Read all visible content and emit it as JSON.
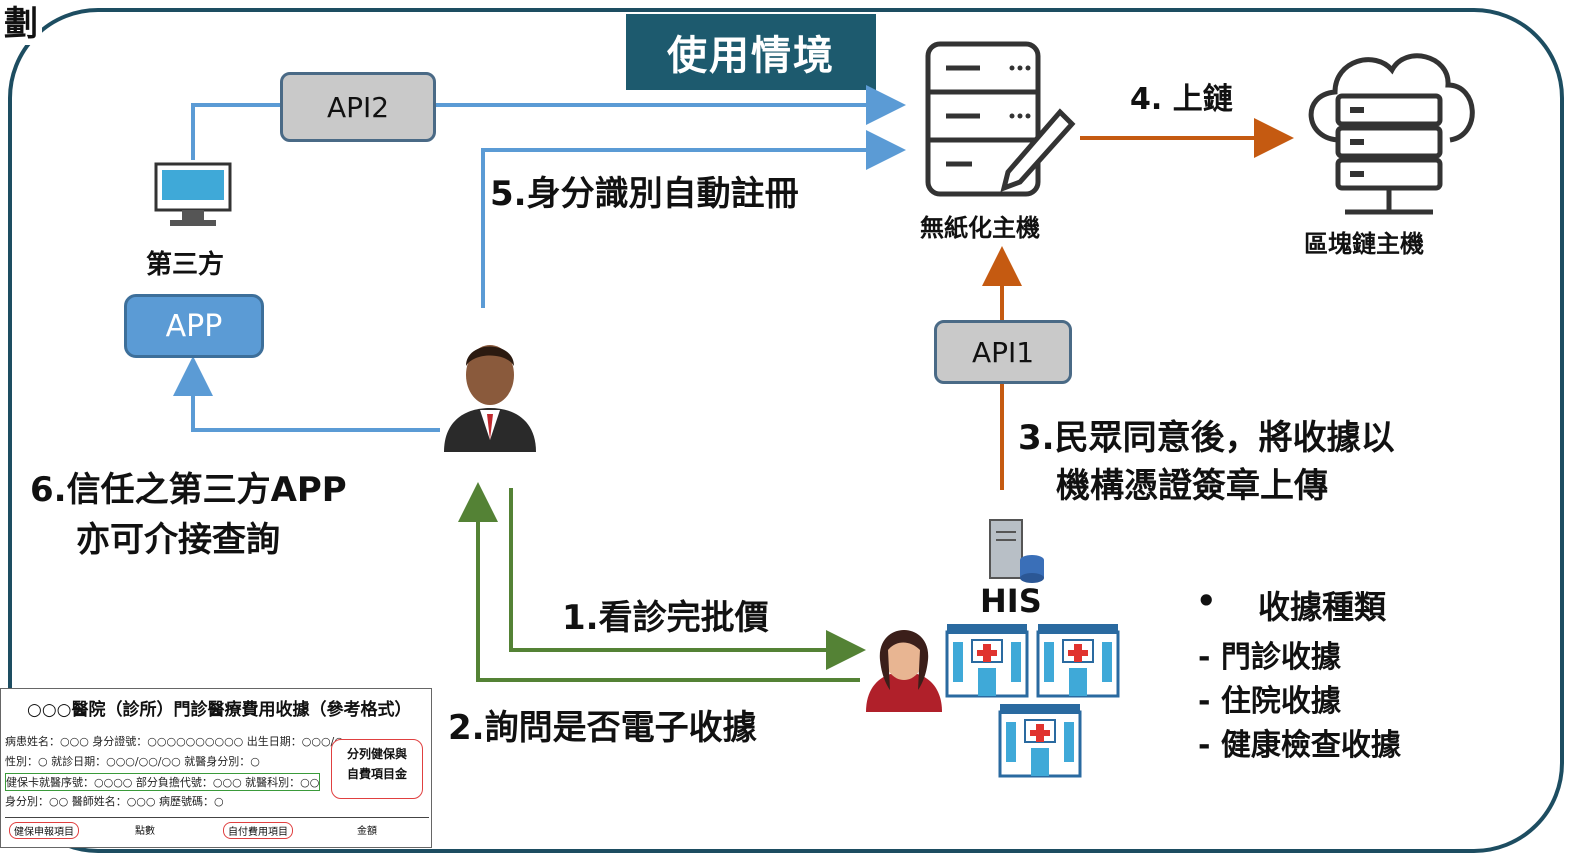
{
  "corner_text": "劃",
  "title": "使用情境",
  "nodes": {
    "paperless_host": "無紙化主機",
    "blockchain_host": "區塊鏈主機",
    "third_party": "第三方",
    "app": "APP",
    "his": "HIS"
  },
  "api": {
    "api2": "API2",
    "api1": "API1"
  },
  "steps": {
    "step1": "1.看診完批價",
    "step2": "2.詢問是否電子收據",
    "step3_line1": "3.民眾同意後，將收據以",
    "step3_line2": "機構憑證簽章上傳",
    "step4": "4. 上鏈",
    "step5": "5.身分識別自動註冊",
    "step6_line1": "6.信任之第三方APP",
    "step6_line2": "亦可介接查詢"
  },
  "receipt_types": {
    "bullet": "•",
    "heading": "收據種類",
    "items": [
      "- 門診收據",
      "- 住院收據",
      "- 健康檢查收據"
    ]
  },
  "receipt_sample": {
    "title": "○○○醫院（診所）門診醫療費用收據（參考格式）",
    "rows": [
      "病患姓名：○○○     身分證號：○○○○○○○○○○     出生日期：○○○/○",
      "性別：○           就診日期：○○○/○○/○○       就醫身分別：○",
      "健保卡就醫序號：○○○○   部分負擔代號：○○○   就醫科別：○○",
      "身分別：○○         醫師姓名：○○○              病歷號碼：○"
    ],
    "note_line1": "分列健保與",
    "note_line2": "自費項目金",
    "table_headers": [
      "健保申報項目",
      "點數",
      "自付費用項目",
      "金額"
    ]
  },
  "colors": {
    "frame": "#1d4d61",
    "blue_arrow": "#5b9bd5",
    "orange_arrow": "#c55a11",
    "green_arrow": "#548235"
  }
}
